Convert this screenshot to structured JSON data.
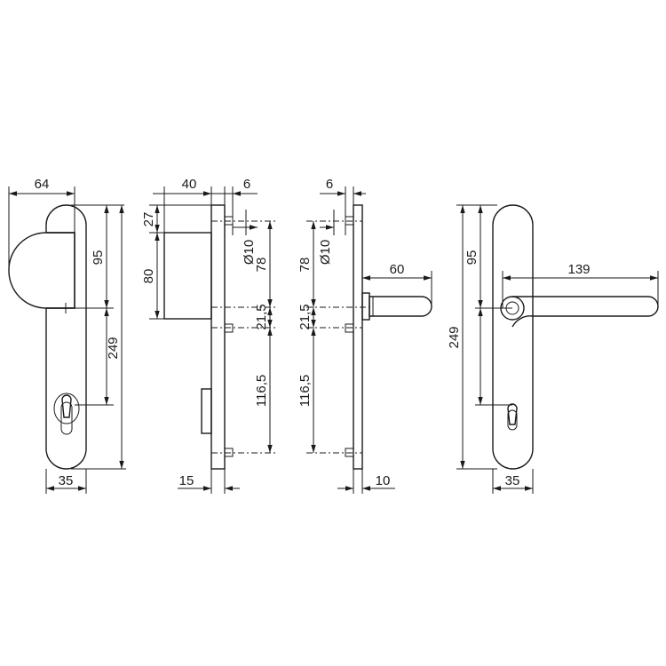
{
  "views": {
    "front_knob": {
      "width_top": "64",
      "to_cylinder": "95",
      "total_height": "249",
      "width_bottom": "35"
    },
    "side_knob": {
      "knob_depth": "40",
      "plate_thickness": "6",
      "knob_top": "27",
      "knob_height": "80",
      "bottom_offset": "15",
      "hole_diameter": "Ø10",
      "upper_spacing": "78",
      "mid_spacing": "21,5",
      "lower_spacing": "116,5"
    },
    "side_lever": {
      "plate_thickness": "6",
      "hole_diameter": "Ø10",
      "upper_spacing": "78",
      "lever_projection": "60",
      "mid_spacing": "21,5",
      "lower_spacing": "116,5",
      "bottom_offset": "10"
    },
    "front_lever": {
      "total_height": "249",
      "to_cylinder": "95",
      "lever_length": "139",
      "width_bottom": "35"
    }
  }
}
